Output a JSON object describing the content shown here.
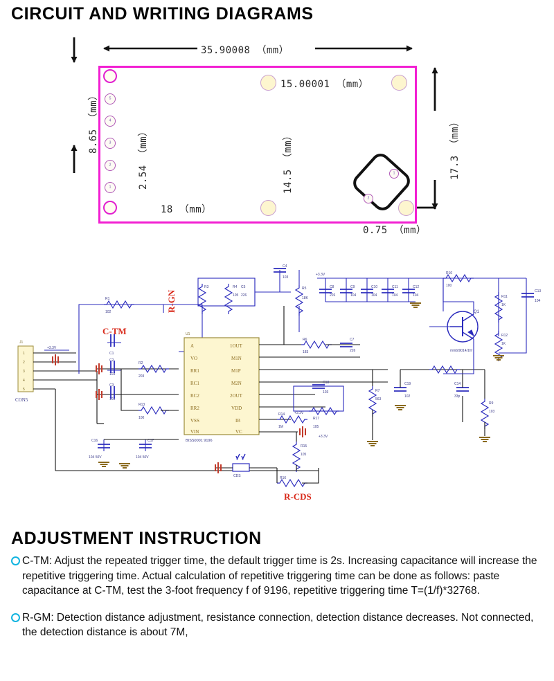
{
  "headings": {
    "circuit": "CIRCUIT AND WRITING DIAGRAMS",
    "adjustment": "ADJUSTMENT INSTRUCTION"
  },
  "pcb": {
    "outline_color": "#f21fd2",
    "dimensions": {
      "width_top": "35.90008 （mm）",
      "pad_offset_top": "15.00001 （mm）",
      "left_height": "8.65 （mm）",
      "pad_pitch": "2.54 （mm）",
      "inner_vertical": "14.5 （mm）",
      "bottom_width": "18 （mm）",
      "right_height": "17.3 （mm）",
      "bottom_right": "0.75 （mm）"
    },
    "pad_labels": [
      "5",
      "4",
      "3",
      "2",
      "1"
    ],
    "component_pad_labels": [
      "1",
      "2"
    ]
  },
  "schematic": {
    "ic": {
      "refdes": "U1",
      "part": "BISS0001 9196",
      "pins_left": [
        "A",
        "VO",
        "RR1",
        "RC1",
        "RC2",
        "RR2",
        "VSS",
        "VIN"
      ],
      "pins_right": [
        "1OUT",
        "M1N",
        "M1P",
        "M2N",
        "2OUT",
        "VDD",
        "IB",
        "VC"
      ]
    },
    "connector": {
      "refdes": "J1",
      "name": "CON5",
      "pins": [
        "1",
        "2",
        "3",
        "4",
        "5"
      ]
    },
    "red_labels": [
      {
        "text": "R-GN"
      },
      {
        "text": "C-TM"
      },
      {
        "text": "R-CDS"
      }
    ],
    "transistor": {
      "refdes": "Q1",
      "part": "mmbt9014/1hf"
    },
    "photoresistor": {
      "label": "CDS"
    },
    "nets": [
      "+3.3V",
      "+3.3V",
      "+3.3V",
      "+3.3V",
      "+3.3V"
    ],
    "resistors": [
      {
        "refdes": "R1",
        "value": "102"
      },
      {
        "refdes": "R2",
        "value": "203"
      },
      {
        "refdes": "R3",
        "value": ""
      },
      {
        "refdes": "R4",
        "value": "105"
      },
      {
        "refdes": "R5",
        "value": "18K"
      },
      {
        "refdes": "R6",
        "value": "183"
      },
      {
        "refdes": "R7",
        "value": "563"
      },
      {
        "refdes": "R8",
        "value": "221"
      },
      {
        "refdes": "R9",
        "value": "103"
      },
      {
        "refdes": "R10",
        "value": "100"
      },
      {
        "refdes": "R11",
        "value": "1K"
      },
      {
        "refdes": "R12",
        "value": "1K"
      },
      {
        "refdes": "R13",
        "value": "100"
      },
      {
        "refdes": "R14",
        "value": "1M"
      },
      {
        "refdes": "R15",
        "value": "105"
      },
      {
        "refdes": "R16",
        "value": ""
      },
      {
        "refdes": "R17",
        "value": "105"
      }
    ],
    "capacitors": [
      {
        "refdes": "C1",
        "value": ""
      },
      {
        "refdes": "C2",
        "value": "103"
      },
      {
        "refdes": "C3",
        "value": "103"
      },
      {
        "refdes": "C4",
        "value": "103"
      },
      {
        "refdes": "C5",
        "value": "226"
      },
      {
        "refdes": "C6",
        "value": "104"
      },
      {
        "refdes": "C7",
        "value": "226"
      },
      {
        "refdes": "C8",
        "value": "226"
      },
      {
        "refdes": "C9",
        "value": "104"
      },
      {
        "refdes": "C10",
        "value": "104"
      },
      {
        "refdes": "C11",
        "value": "104"
      },
      {
        "refdes": "C12",
        "value": "104"
      },
      {
        "refdes": "C13",
        "value": "104"
      },
      {
        "refdes": "C14",
        "value": "33p"
      },
      {
        "refdes": "C15",
        "value": "104"
      },
      {
        "refdes": "C16",
        "value": "104 50V"
      },
      {
        "refdes": "C17",
        "value": "104 50V"
      },
      {
        "refdes": "C18",
        "value": "103"
      },
      {
        "refdes": "C19",
        "value": "102"
      }
    ]
  },
  "adjustment": {
    "items": [
      "C-TM: Adjust the repeated trigger time, the default trigger time is 2s. Increasing capacitance will increase the repetitive triggering time. Actual calculation of repetitive triggering time can be done as follows: paste capacitance at C-TM, test the 3-foot frequency f of 9196, repetitive triggering time T=(1/f)*32768.",
      "R-GM: Detection distance adjustment, resistance connection, detection distance decreases. Not connected, the detection distance is about 7M,"
    ]
  }
}
